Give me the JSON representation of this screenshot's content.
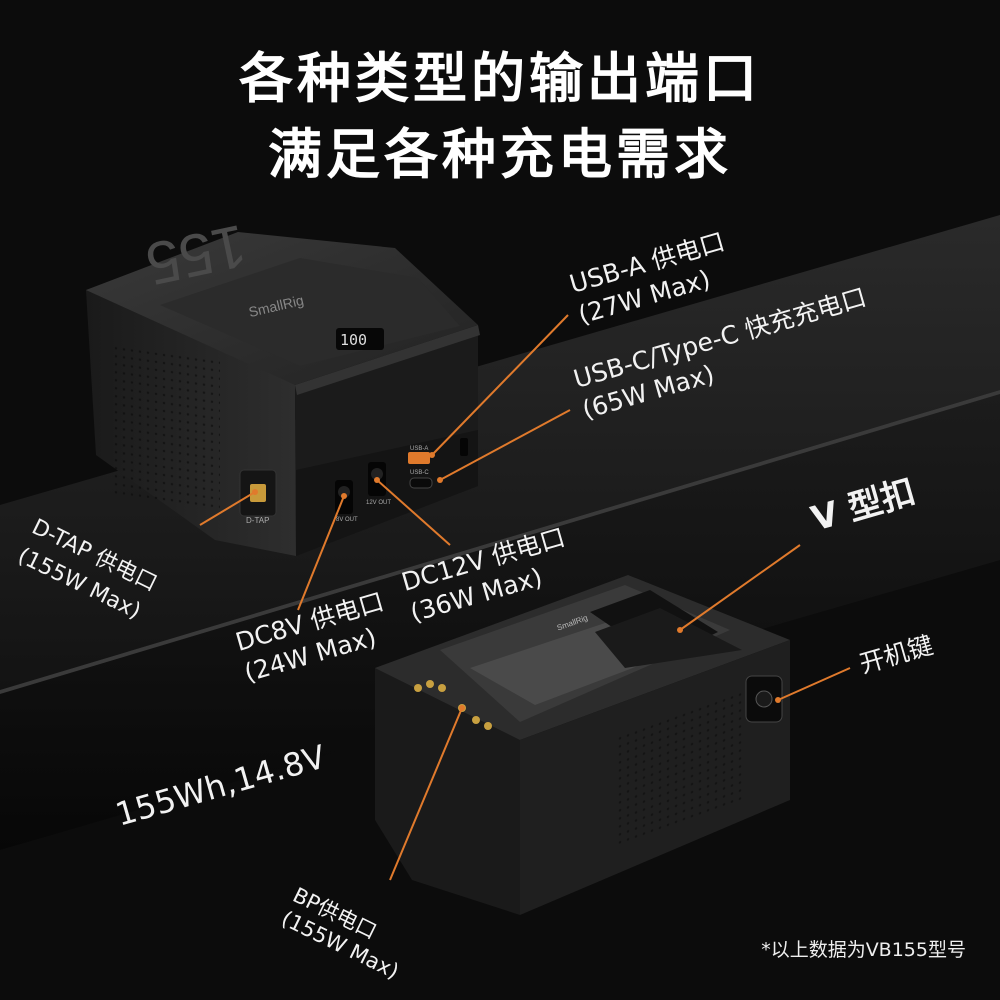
{
  "headline": {
    "line1": "各种类型的输出端口",
    "line2": "满足各种充电需求"
  },
  "labels": {
    "usb_a": {
      "name": "USB-A 供电口",
      "spec": "(27W Max)"
    },
    "usb_c": {
      "name": "USB-C/Type-C 快充充电口",
      "spec": "(65W Max)"
    },
    "dtap": {
      "name": "D-TAP 供电口",
      "spec": "(155W Max)"
    },
    "dc12": {
      "name": "DC12V 供电口",
      "spec": "(36W Max)"
    },
    "dc8": {
      "name": "DC8V 供电口",
      "spec": "(24W Max)"
    },
    "vmount": {
      "name": "V 型扣"
    },
    "power": {
      "name": "开机键"
    },
    "capacity": {
      "name": "155Wh,14.8V"
    },
    "bp": {
      "name": "BP供电口",
      "spec": "(155W Max)"
    }
  },
  "device_top": {
    "big_number": "155",
    "brand": "SmallRig",
    "display": "100",
    "port_usb_a": "USB-A",
    "port_usb_c": "USB-C",
    "port_12v": "12V OUT",
    "port_8v": "8V OUT",
    "port_dtap": "D-TAP"
  },
  "device_bottom": {
    "brand": "SmallRig"
  },
  "footnote": "*以上数据为VB155型号",
  "colors": {
    "accent": "#e07a2c",
    "background": "#0c0c0c"
  }
}
